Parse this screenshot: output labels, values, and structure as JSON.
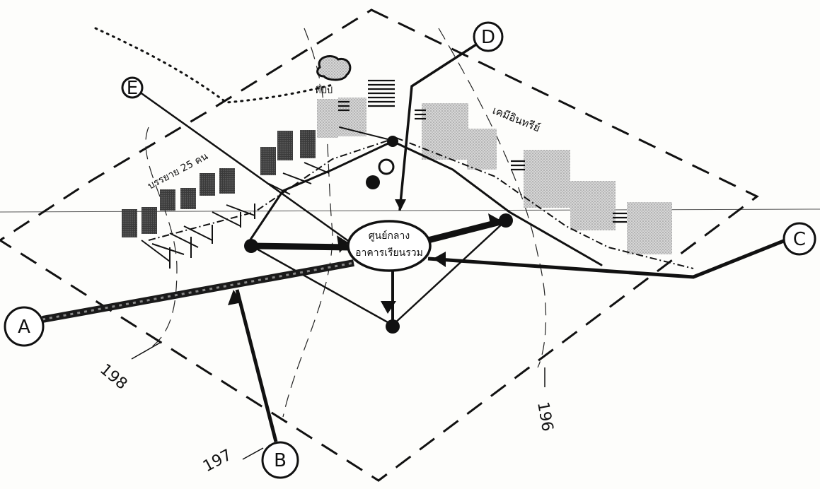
{
  "diagram": {
    "center_label_line1": "ศูนย์กลาง",
    "center_label_line2": "อาคารเรียนรวม",
    "zone_labels": {
      "left": "บรรยาย 25 คน",
      "right": "เคมีอินทรีย์",
      "top": "ที่ปป"
    },
    "nodes": {
      "a": "A",
      "b": "B",
      "c": "C",
      "d": "D",
      "e": "E"
    },
    "contours": {
      "c196": "196",
      "c197": "197",
      "c198": "198"
    }
  }
}
